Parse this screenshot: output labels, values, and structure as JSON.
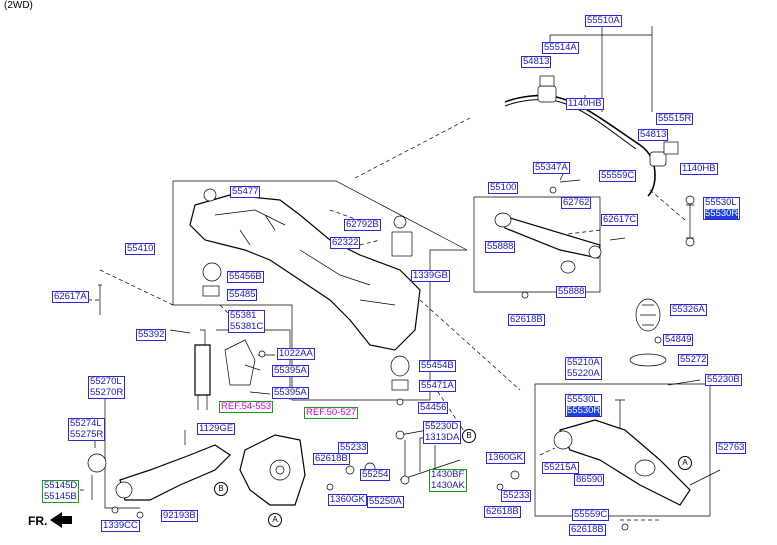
{
  "header": {
    "variant": "(2WD)"
  },
  "direction": {
    "front_label": "FR."
  },
  "colors": {
    "label_text": "#1a1ab0",
    "label_border": "#2a2ad0",
    "highlight": "#1c3fe0",
    "reference_text": "#d000c8",
    "reference_border": "#1c9a1c"
  },
  "parts": {
    "p55510A": "55510A",
    "p55514A": "55514A",
    "p54813a": "54813",
    "p1140HBa": "1140HB",
    "p55515R": "55515R",
    "p54813b": "54813",
    "p1140HBb": "1140HB",
    "p55559Ca": "55559C",
    "p55530L": "55530L",
    "p55530R": "55530R",
    "p55347A": "55347A",
    "p55100": "55100",
    "p62762": "62762",
    "p62617C": "62617C",
    "p55888a": "55888",
    "p55888b": "55888",
    "p62618Ba": "62618B",
    "p55477": "55477",
    "p55410": "55410",
    "p62792B": "62792B",
    "p62322": "62322",
    "p1339GB": "1339GB",
    "p55456B": "55456B",
    "p55485": "55485",
    "p62617A": "62617A",
    "p55392": "55392",
    "p55381": "55381",
    "p55381C": "55381C",
    "p1022AA": "1022AA",
    "p55395A": "55395A",
    "p55395A2": "55395A",
    "p55454B": "55454B",
    "p55471A": "55471A",
    "p54456": "54456",
    "p55326A": "55326A",
    "p54849": "54849",
    "p55272": "55272",
    "p55230B": "55230B",
    "p55210A": "55210A",
    "p55220A": "55220A",
    "p55530L2": "55530L",
    "p55530R2": "55530R",
    "p55270L": "55270L",
    "p55270R": "55270R",
    "p55274L": "55274L",
    "p55275R": "55275R",
    "p1129GE": "1129GE",
    "ref54553": "REF.54-553",
    "ref50527": "REF.50-527",
    "p55230D": "55230D",
    "p1313DA": "1313DA",
    "p55233a": "55233",
    "p62618Bb": "62618B",
    "p55254": "55254",
    "p1360GKa": "1360GK",
    "p55250A": "55250A",
    "p1430BF": "1430BF",
    "p1430AK": "1430AK",
    "p1360GKb": "1360GK",
    "p55215A": "55215A",
    "p86590": "86590",
    "p55233b": "55233",
    "p62618Bc": "62618B",
    "p52763": "52763",
    "p55559Cb": "55559C",
    "p62618Bd": "62618B",
    "p55145D": "55145D",
    "p55145B": "55145B",
    "p1339CC": "1339CC",
    "p92193B": "92193B"
  },
  "callouts": {
    "A": "A",
    "B": "B"
  }
}
